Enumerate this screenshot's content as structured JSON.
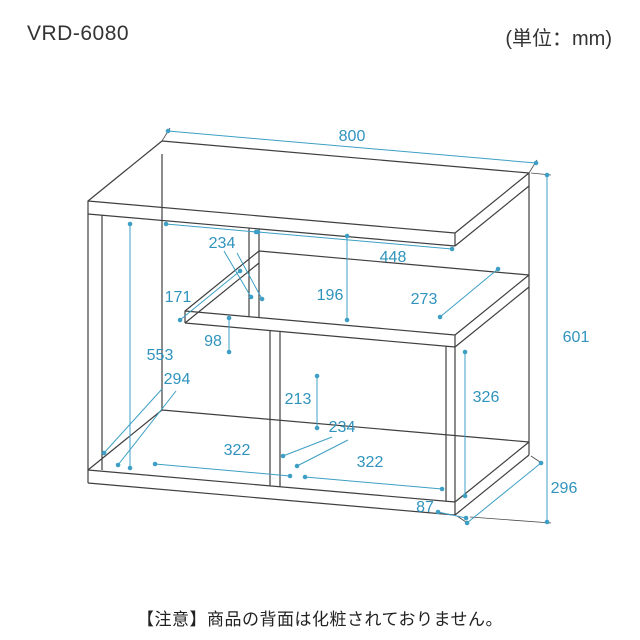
{
  "header": {
    "model": "VRD-6080",
    "unit_label": "(単位：mm)"
  },
  "footer": {
    "note": "【注意】商品の背面は化粧されておりません。"
  },
  "colors": {
    "structure_line": "#3f3f3f",
    "dimension": "#3d9fc4"
  },
  "dimensions": {
    "total_width": "800",
    "total_height": "601",
    "total_depth": "296",
    "top_divider_offset": "234",
    "top_opening_width": "448",
    "shelf_left_depth": "171",
    "top_opening_height": "196",
    "shelf_right_depth": "273",
    "shelf_edge_height": "98",
    "left_inner_height": "553",
    "lower_left_depth": "294",
    "lower_divider_height": "213",
    "lower_divider_offset": "234",
    "lower_left_width": "322",
    "lower_right_width": "322",
    "right_inner_height": "326",
    "bottom_right_offset": "87"
  }
}
